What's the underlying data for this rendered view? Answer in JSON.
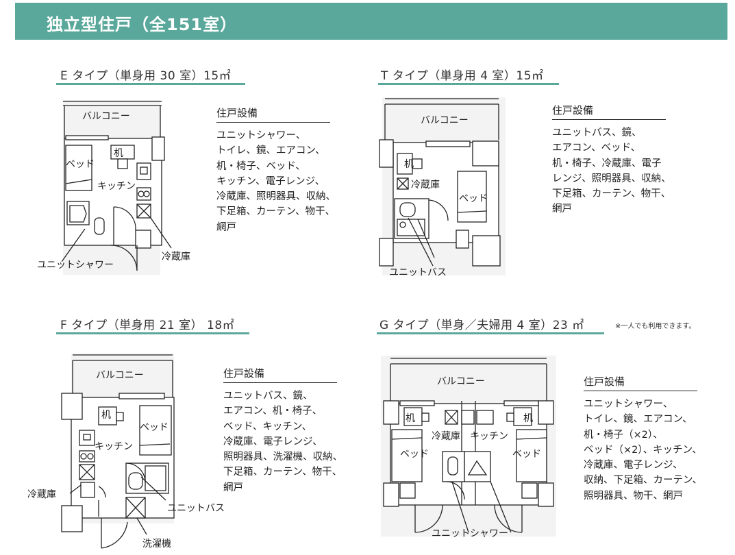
{
  "banner": {
    "title": "独立型住戸（全151室）"
  },
  "types": {
    "e": {
      "heading": "E タイプ（単身用 30 室）15㎡",
      "equipment_title": "住戸設備",
      "equipment": [
        "ユニットシャワー、",
        "トイレ、鏡、エアコン、",
        "机・椅子、ベッド、",
        "キッチン、電子レンジ、",
        "冷蔵庫、照明器具、収納、",
        "下足箱、カーテン、物干、",
        "網戸"
      ],
      "labels": {
        "balcony": "バルコニー",
        "desk": "机",
        "bed": "ベッド",
        "kitchen": "キッチン",
        "fridge": "冷蔵庫",
        "bath": "ユニットシャワー"
      }
    },
    "t": {
      "heading": "T タイプ（単身用 4 室）15㎡",
      "equipment_title": "住戸設備",
      "equipment": [
        "ユニットバス、鏡、",
        "エアコン、ベッド、",
        "机・椅子、冷蔵庫、電子",
        "レンジ、照明器具、収納、",
        "下足箱、カーテン、物干、",
        "網戸"
      ],
      "labels": {
        "balcony": "バルコニー",
        "desk": "机",
        "bed": "ベッド",
        "fridge": "冷蔵庫",
        "bath": "ユニットバス"
      }
    },
    "f": {
      "heading": "F タイプ（単身用 21 室） 18㎡",
      "equipment_title": "住戸設備",
      "equipment": [
        "ユニットバス、鏡、",
        "エアコン、机・椅子、",
        "ベッド、キッチン、",
        "冷蔵庫、電子レンジ、",
        "照明器具、洗濯機、収納、",
        "下足箱、カーテン、物干、",
        "網戸"
      ],
      "labels": {
        "balcony": "バルコニー",
        "desk": "机",
        "bed": "ベッド",
        "kitchen": "キッチン",
        "fridge": "冷蔵庫",
        "bath": "ユニットバス",
        "washer": "洗濯機"
      }
    },
    "g": {
      "heading": "G タイプ（単身／夫婦用 4 室）23 ㎡",
      "note": "※一人でも利用できます。",
      "equipment_title": "住戸設備",
      "equipment": [
        "ユニットシャワー、",
        "トイレ、鏡、エアコン、",
        "机・椅子（×2）、",
        "ベッド（×2）、キッチン、",
        "冷蔵庫、電子レンジ、",
        "収納、下足箱、カーテン、",
        "照明器具、物干、網戸"
      ],
      "labels": {
        "balcony": "バルコニー",
        "desk": "机",
        "bed": "ベッド",
        "kitchen": "キッチン",
        "fridge": "冷蔵庫",
        "bath": "ユニットシャワー"
      }
    }
  }
}
